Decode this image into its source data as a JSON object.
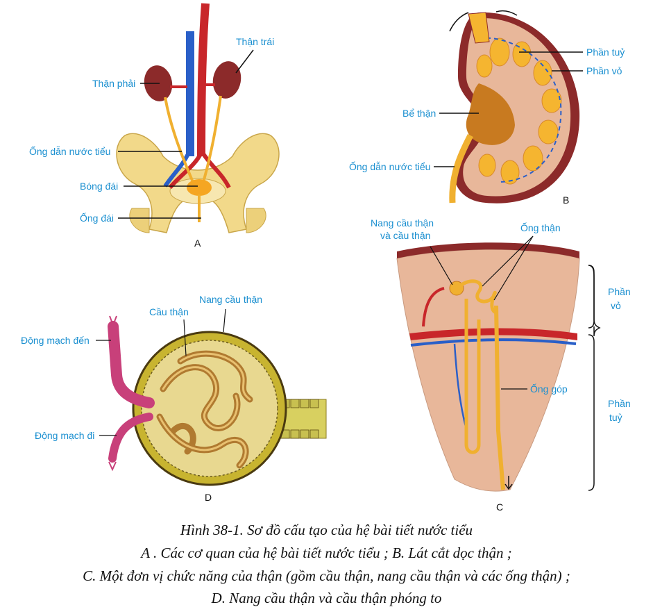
{
  "panelA": {
    "letter": "A",
    "labels": {
      "than_trai": "Thận trái",
      "than_phai": "Thận phải",
      "ong_dan_nuoc_tieu": "Ống dẫn nước tiểu",
      "bong_dai": "Bóng đái",
      "ong_dai": "Ống đái"
    }
  },
  "panelB": {
    "letter": "B",
    "labels": {
      "phan_tuy": "Phần tuỷ",
      "phan_vo": "Phần vỏ",
      "be_than": "Bể thận",
      "ong_dan_nuoc_tieu": "Ống dẫn nước tiểu"
    }
  },
  "panelC": {
    "letter": "C",
    "labels": {
      "nang_cau_than_line1": "Nang cầu thận",
      "nang_cau_than_line2": "và cầu thận",
      "ong_than": "Ống thận",
      "phan_vo_line1": "Phần",
      "phan_vo_line2": "vỏ",
      "ong_gop": "Ống góp",
      "phan_tuy_line1": "Phần",
      "phan_tuy_line2": "tuỷ"
    }
  },
  "panelD": {
    "letter": "D",
    "labels": {
      "cau_than": "Cầu thận",
      "nang_cau_than": "Nang cầu thận",
      "dong_mach_den": "Động mạch đến",
      "dong_mach_di": "Động mạch đi"
    }
  },
  "caption": {
    "line1": "Hình 38-1. Sơ đồ cấu tạo của hệ bài tiết nước tiểu",
    "line2": "A . Các cơ quan của hệ bài tiết nước tiểu ; B. Lát cắt dọc thận ;",
    "line3": "C. Một đơn vị chức năng của thận (gồm cầu thận, nang cầu thận và các ống thận) ;",
    "line4": "D. Nang cầu thận và cầu thận phóng to"
  },
  "colors": {
    "label_blue": "#1a8fd0",
    "bone": "#f2d98a",
    "kidney_red": "#8c2a2a",
    "cortex": "#e8b79a",
    "medulla_yellow": "#f5b530",
    "vein_blue": "#2a5fc8",
    "artery_red": "#c8262a",
    "artery_pink": "#c8407a"
  }
}
